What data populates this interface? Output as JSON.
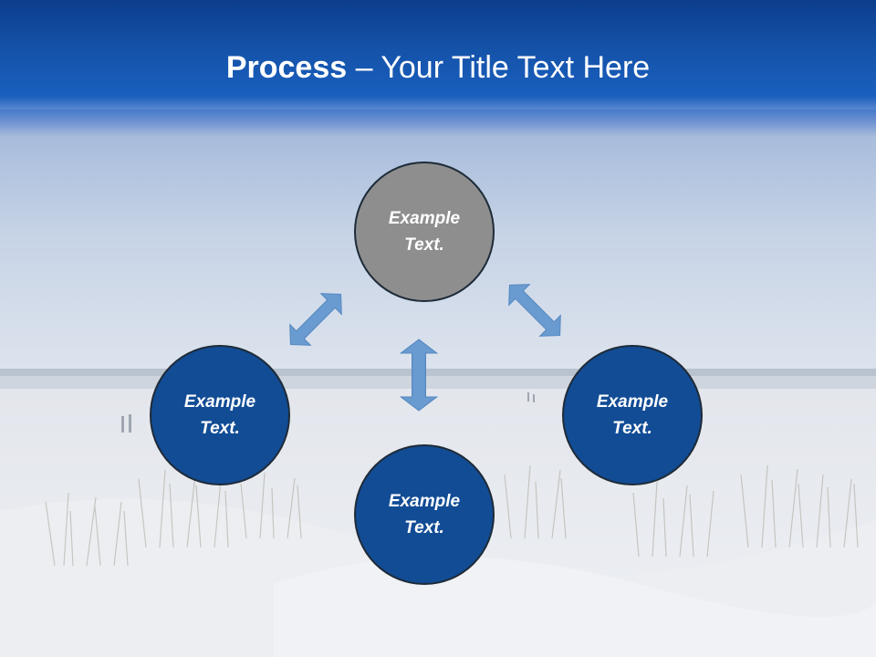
{
  "title": {
    "bold": "Process",
    "separator": " – ",
    "rest": "Your Title Text Here"
  },
  "nodes": {
    "top": {
      "line1": "Example",
      "line2": "Text."
    },
    "left": {
      "line1": "Example",
      "line2": "Text."
    },
    "right": {
      "line1": "Example",
      "line2": "Text."
    },
    "bottom": {
      "line1": "Example",
      "line2": "Text."
    }
  },
  "colors": {
    "header": "#1452a8",
    "node_blue": "#124c95",
    "node_gray": "#8e8e8e",
    "arrow": "#6a9bd0"
  }
}
